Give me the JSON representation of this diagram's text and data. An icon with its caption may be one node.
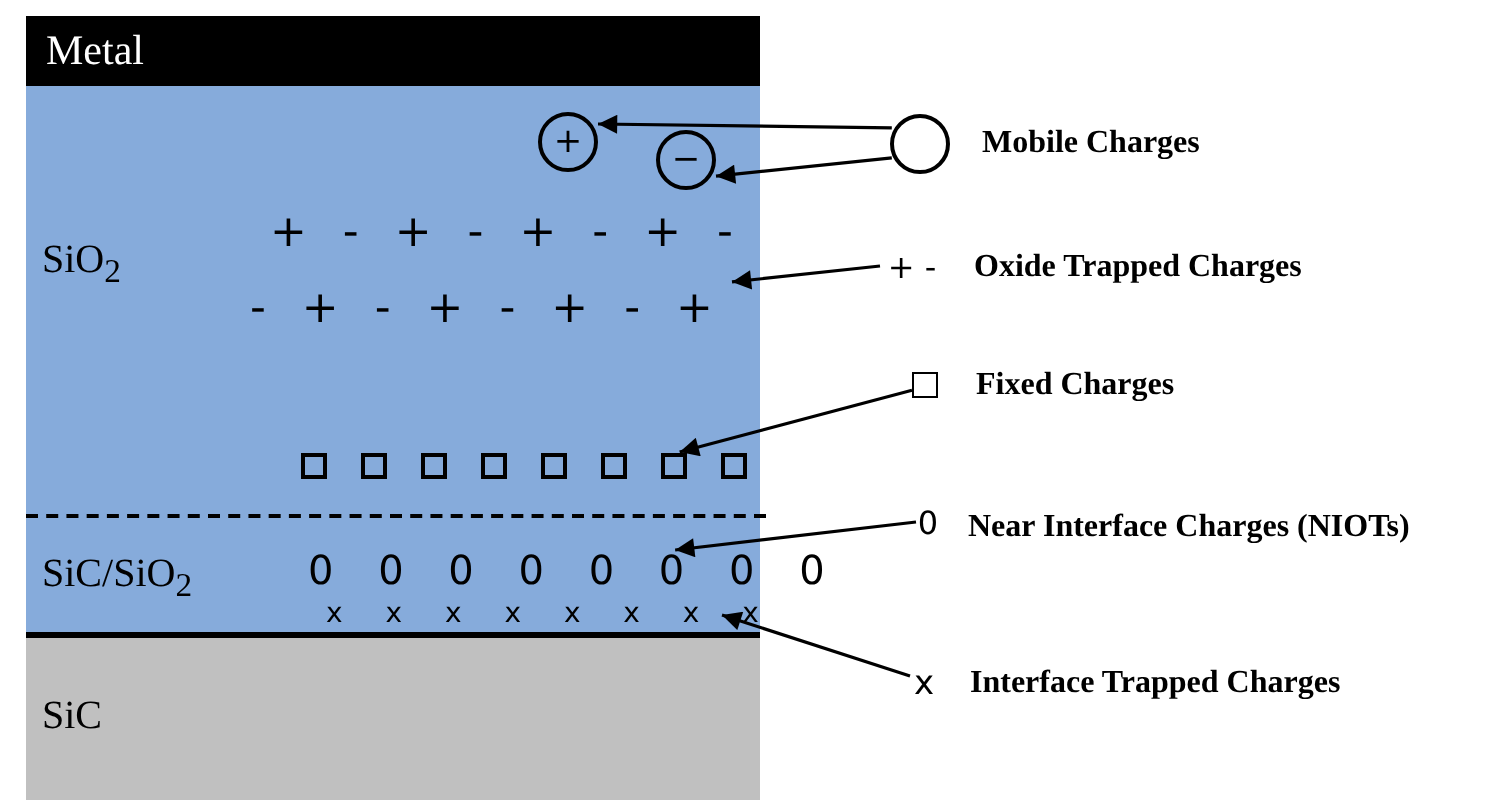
{
  "diagram": {
    "nodes": [
      {
        "text": [
          "Metal"
        ]
      },
      {
        "text": [
          "SiO$_{2}$"
        ]
      },
      {
        "text": [
          "+"
        ],
        "in": 1
      },
      {
        "text": [
          "−"
        ],
        "in": 1
      },
      {
        "text": [
          "+ - + - + - + -",
          "- + - + - + - +"
        ],
        "in": 1
      },
      {
        "text": [],
        "shape": "box",
        "in": 1
      },
      {
        "text": [
          "SiC/SiO$_{2}$"
        ]
      },
      {
        "text": [
          "0 0 0 0 0 0 0 0"
        ],
        "in": 6
      },
      {
        "text": [
          "x x x x x x x x"
        ],
        "in": 6
      },
      {
        "text": [
          "SiC"
        ]
      },
      {
        "text": [],
        "shape": "circle",
        "beside": [
          "Mobile Charges"
        ]
      },
      {
        "text": [
          "+ -"
        ],
        "beside": [
          "Oxide Trapped Charges"
        ]
      },
      {
        "text": [],
        "shape": "box",
        "beside": [
          "Fixed Charges"
        ]
      },
      {
        "text": [
          "0"
        ],
        "beside": [
          "Near Interface Charges (NIOTs)"
        ]
      },
      {
        "text": [
          "x"
        ],
        "beside": [
          "Interface Trapped Charges"
        ]
      }
    ],
    "edges": [
      {
        "from": 10,
        "to": 2,
        "arrow": "to"
      },
      {
        "from": 10,
        "to": 3,
        "arrow": "to"
      },
      {
        "from": 11,
        "to": 4,
        "arrow": "to"
      },
      {
        "from": 12,
        "to": 5,
        "arrow": "to"
      },
      {
        "from": 13,
        "to": 7,
        "arrow": "to"
      },
      {
        "from": 14,
        "to": 8,
        "arrow": "to"
      }
    ]
  }
}
